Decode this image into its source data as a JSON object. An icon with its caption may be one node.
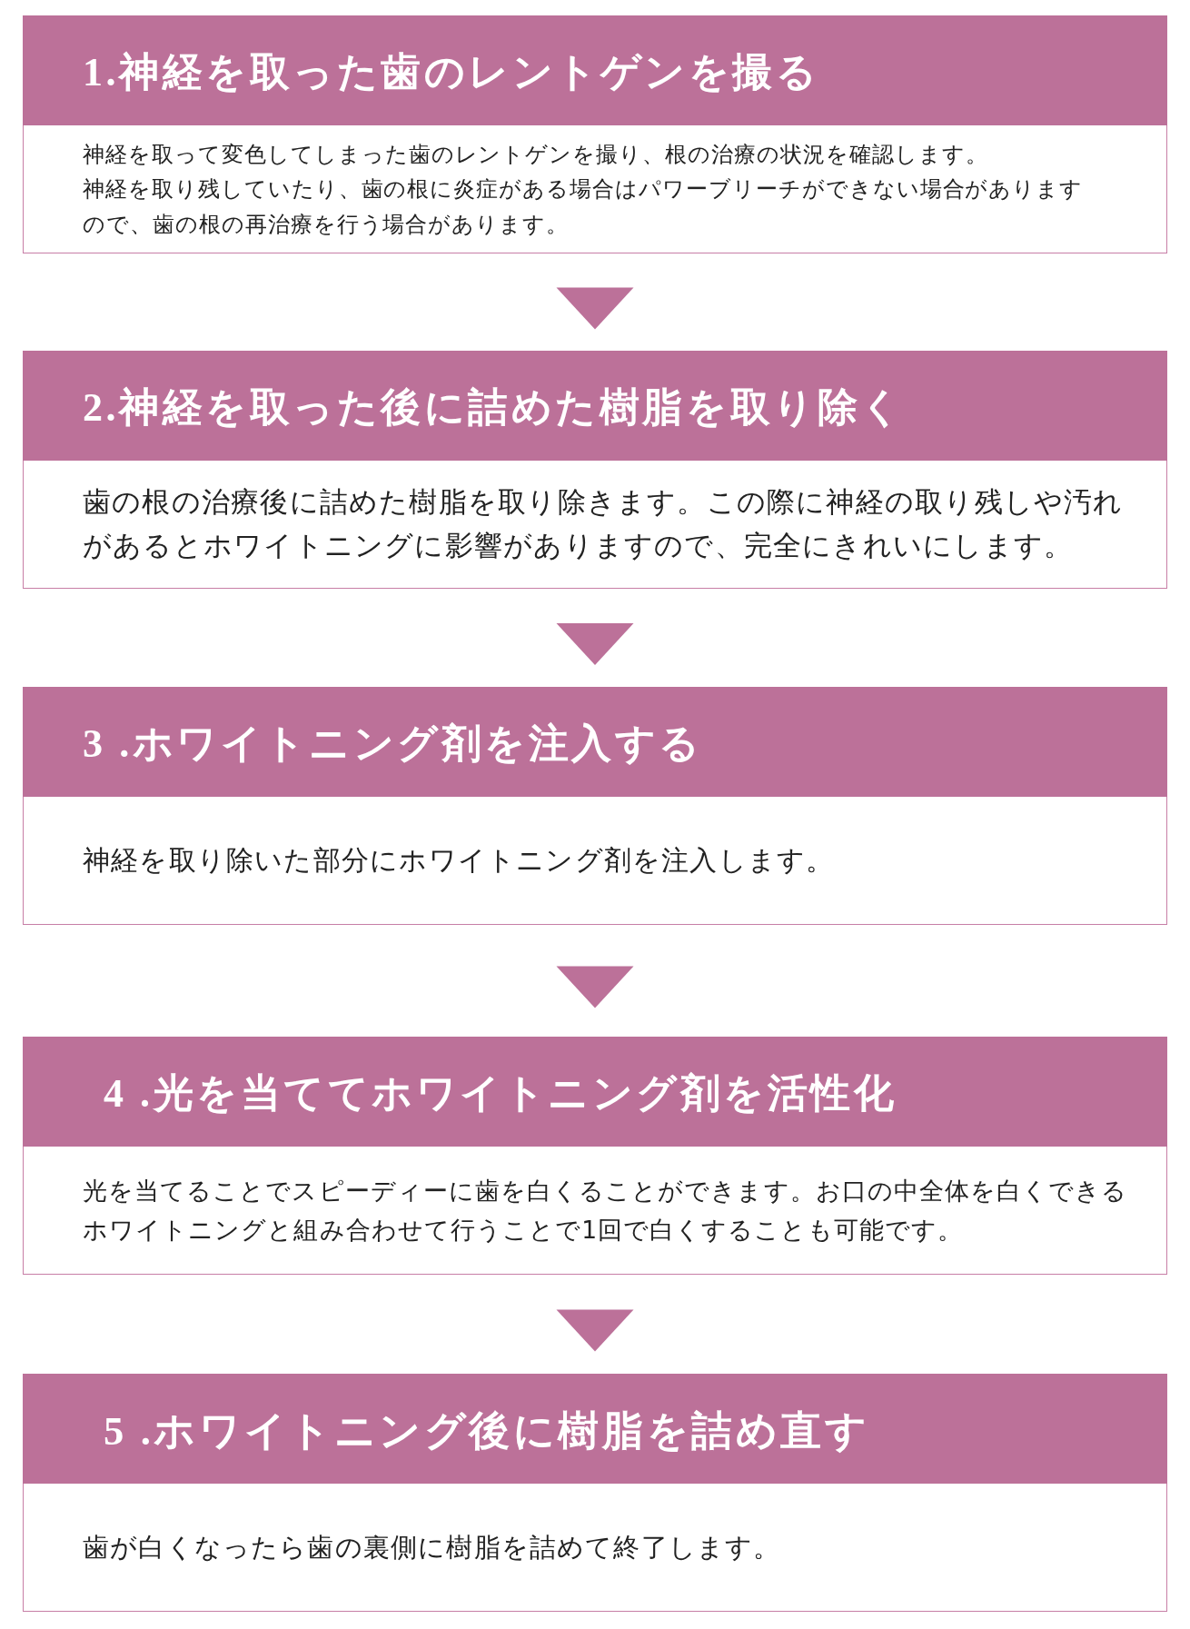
{
  "diagram": {
    "nodes": [
      {
        "text": [
          "1.神経を取った歯のレントゲンを撮る",
          "神経を取って変色してしまった歯のレントゲンを撮り、根の治療の状況を確認します。",
          "神経を取り残していたり、歯の根に炎症がある場合はパワーブリーチができない場合がありますので、歯の根の再治療を行う場合があります。"
        ]
      },
      {
        "text": [
          "2.神経を取った後に詰めた樹脂を取り除く",
          "歯の根の治療後に詰めた樹脂を取り除きます。この際に神経の取り残しや汚れがあるとホワイトニングに影響がありますので、完全にきれいにします。"
        ]
      },
      {
        "text": [
          "3 .ホワイトニング剤を注入する",
          "神経を取り除いた部分にホワイトニング剤を注入します。"
        ]
      },
      {
        "text": [
          "4 .光を当ててホワイトニング剤を活性化",
          "光を当てることでスピーディーに歯を白くることができます。お口の中全体を白くできるホワイトニングと組み合わせて行うことで1回で白くすることも可能です。"
        ]
      },
      {
        "text": [
          "5 .ホワイトニング後に樹脂を詰め直す",
          "歯が白くなったら歯の裏側に樹脂を詰めて終了します。"
        ]
      }
    ],
    "edges": [
      {
        "from": 0,
        "to": 1,
        "arrow": "to"
      },
      {
        "from": 1,
        "to": 2,
        "arrow": "to"
      },
      {
        "from": 2,
        "to": 3,
        "arrow": "to"
      },
      {
        "from": 3,
        "to": 4,
        "arrow": "to"
      }
    ]
  }
}
